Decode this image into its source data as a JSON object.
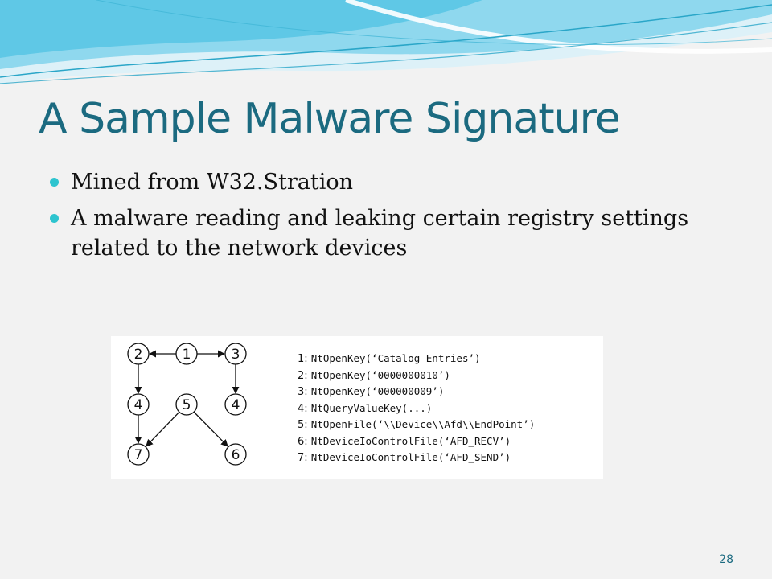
{
  "slide": {
    "title": "A Sample Malware Signature",
    "bullets": [
      "Mined from W32.Stration",
      "A malware reading and leaking certain registry settings related to the network devices"
    ],
    "page_number": "28",
    "colors": {
      "title": "#1b6a80",
      "bullet": "#2ec4cf",
      "background": "#f2f2f2",
      "wave": "#5fc8e6"
    }
  },
  "diagram": {
    "nodes": [
      {
        "id": "a",
        "label": "2"
      },
      {
        "id": "b",
        "label": "1"
      },
      {
        "id": "c",
        "label": "3"
      },
      {
        "id": "d",
        "label": "4"
      },
      {
        "id": "e",
        "label": "5"
      },
      {
        "id": "f",
        "label": "4"
      },
      {
        "id": "g",
        "label": "7"
      },
      {
        "id": "h",
        "label": "6"
      }
    ],
    "edges": [
      {
        "from": "b",
        "to": "a"
      },
      {
        "from": "b",
        "to": "c"
      },
      {
        "from": "a",
        "to": "d"
      },
      {
        "from": "c",
        "to": "f"
      },
      {
        "from": "d",
        "to": "g"
      },
      {
        "from": "e",
        "to": "g"
      },
      {
        "from": "e",
        "to": "h"
      }
    ],
    "calls": [
      {
        "num": "1:",
        "text": "NtOpenKey(‘Catalog Entries’)"
      },
      {
        "num": "2:",
        "text": "NtOpenKey(‘0000000010’)"
      },
      {
        "num": "3:",
        "text": "NtOpenKey(‘000000009’)"
      },
      {
        "num": "4:",
        "text": "NtQueryValueKey(...)"
      },
      {
        "num": "5:",
        "text": "NtOpenFile(‘\\\\Device\\\\Afd\\\\EndPoint’)"
      },
      {
        "num": "6:",
        "text": "NtDeviceIoControlFile(‘AFD_RECV’)"
      },
      {
        "num": "7:",
        "text": "NtDeviceIoControlFile(‘AFD_SEND’)"
      }
    ]
  }
}
